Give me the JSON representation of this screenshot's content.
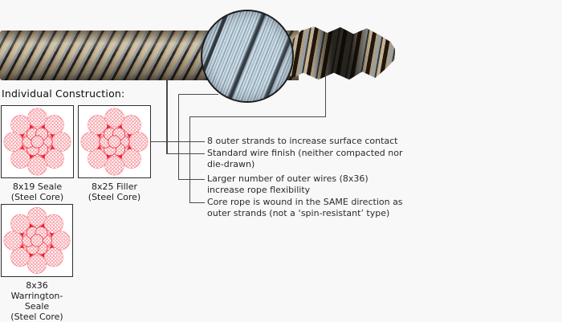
{
  "heading": "Individual Construction:",
  "constructions": [
    {
      "label_lines": [
        "8x19 Seale",
        "(Steel Core)"
      ]
    },
    {
      "label_lines": [
        "8x25 Filler",
        "(Steel Core)"
      ]
    },
    {
      "label_lines": [
        "8x36 Warrington-",
        "Seale",
        "(Steel Core)"
      ]
    }
  ],
  "annotations": [
    {
      "text": "8 outer strands to increase surface contact"
    },
    {
      "text": "Standard wire finish (neither compacted nor die-drawn)"
    },
    {
      "text": "Larger number of outer wires (8x36) increase rope flexibility"
    },
    {
      "text": "Core rope is wound in the SAME direction as outer strands (not a ‘spin-resistant’ type)"
    }
  ],
  "colors": {
    "background": "#f8f8f8",
    "leader_line": "#4a4a4a",
    "text": "#2a2a2a",
    "strand_red": "#ee1b2d",
    "strand_red_light": "#f4717c",
    "rope_tan": "#c6b593",
    "rope_dark": "#241a10",
    "rope_steel": "#8f9ca7",
    "inset_blue_light": "#cfdfe9",
    "inset_blue": "#93a9b7"
  }
}
